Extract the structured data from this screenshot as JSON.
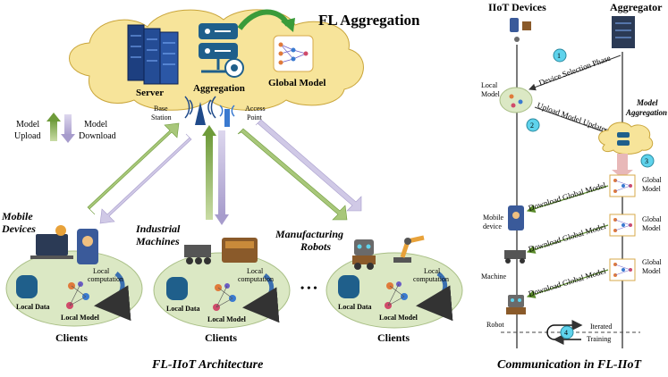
{
  "left_panel": {
    "title": "FL Aggregation",
    "server_label": "Server",
    "aggregation_label": "Aggregation",
    "global_model_label": "Global Model",
    "base_station": [
      "Base",
      "Station"
    ],
    "access_point": [
      "Access",
      "Point"
    ],
    "legend_upload": [
      "Model",
      "Upload"
    ],
    "legend_download": [
      "Model",
      "Download"
    ],
    "groups": [
      {
        "name": [
          "Mobile",
          "Devices"
        ],
        "local_computation": [
          "Local",
          "computation"
        ],
        "local_data": "Local Data",
        "local_model": "Local Model",
        "caption": "Clients"
      },
      {
        "name": [
          "Industrial",
          "Machines"
        ],
        "local_computation": [
          "Local",
          "computation"
        ],
        "local_data": "Local Data",
        "local_model": "Local Model",
        "caption": "Clients"
      },
      {
        "name": [
          "Manufacturing",
          "Robots"
        ],
        "local_computation": [
          "Local",
          "computation"
        ],
        "local_data": "Local Data",
        "local_model": "Local Model",
        "caption": "Clients"
      }
    ],
    "ellipsis": "• • •",
    "caption": "FL-IIoT Architecture"
  },
  "right_panel": {
    "iiot_devices": "IIoT Devices",
    "aggregator": "Aggregator",
    "local_model": [
      "Local",
      "Model"
    ],
    "device_selection": "Device Selection Phase",
    "upload_updates": "Upload Model Updates",
    "model_aggregation": [
      "Model",
      "Aggregation"
    ],
    "global_model": [
      "Global",
      "Model"
    ],
    "download_global": "Download Global Model",
    "mobile_device": [
      "Mobile",
      "device"
    ],
    "machine": "Machine",
    "robot": "Robot",
    "iterated": [
      "Iterated",
      "Training"
    ],
    "steps": [
      "1",
      "2",
      "3",
      "4"
    ],
    "caption": "Communication in FL-IIoT"
  },
  "colors": {
    "upload_green": "#6e9b3a",
    "download_lavender": "#b9b0d6",
    "cloud_yellow": "#f7e49a",
    "client_green": "#dbe8c4",
    "step_cyan": "#5fd3ec",
    "aggregation_blue": "#1f5f8b"
  }
}
